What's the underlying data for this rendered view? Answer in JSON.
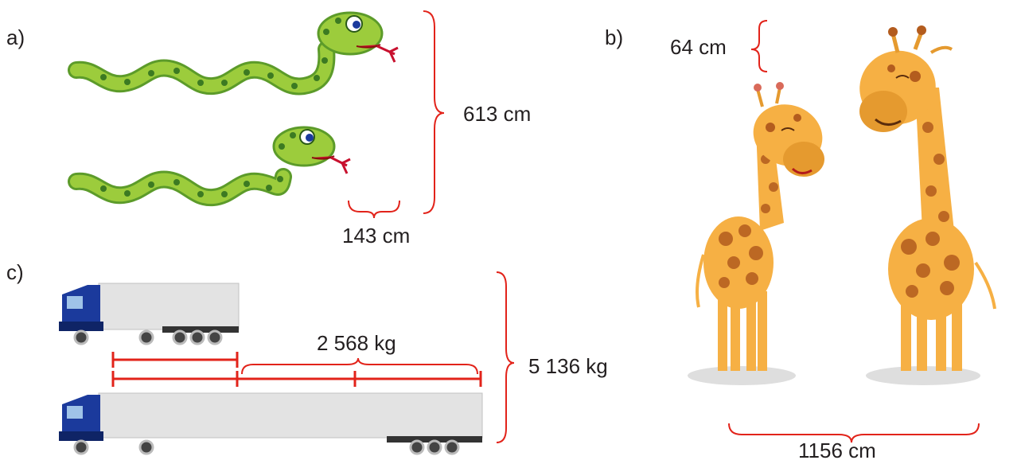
{
  "labels": {
    "part_a": "a)",
    "part_b": "b)",
    "part_c": "c)"
  },
  "part_a": {
    "total": "613 cm",
    "difference": "143 cm"
  },
  "part_b": {
    "difference": "64 cm",
    "total": "1156 cm"
  },
  "part_c": {
    "part": "2 568 kg",
    "total": "5 136 kg"
  },
  "colors": {
    "brace": "#e2231a",
    "snake_green": "#8dc63f",
    "snake_spots": "#3c7a22",
    "giraffe_body": "#f6b044",
    "giraffe_spots": "#b35c1e",
    "truck_cab": "#1b3a9c",
    "trailer": "#e3e3e3"
  }
}
